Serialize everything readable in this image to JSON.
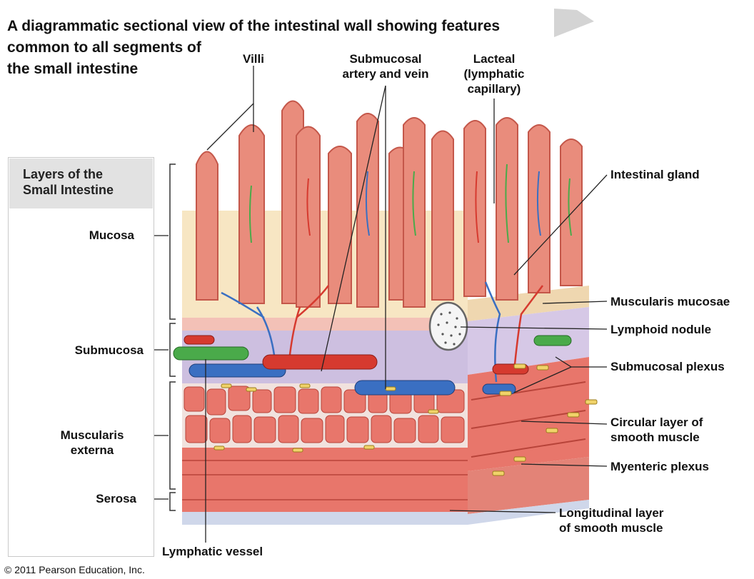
{
  "title": {
    "line1": "A diagrammatic sectional view of the intestinal wall showing features",
    "line2": "common to all segments of",
    "line3": "the small intestine"
  },
  "panel": {
    "heading_line1": "Layers of the",
    "heading_line2": "Small Intestine"
  },
  "layers": {
    "mucosa": "Mucosa",
    "submucosa": "Submucosa",
    "muscularis_line1": "Muscularis",
    "muscularis_line2": "externa",
    "serosa": "Serosa"
  },
  "labels": {
    "villi": "Villi",
    "submucosal_av_line1": "Submucosal",
    "submucosal_av_line2": "artery and vein",
    "lacteal_line1": "Lacteal",
    "lacteal_line2": "(lymphatic",
    "lacteal_line3": "capillary)",
    "intestinal_gland": "Intestinal gland",
    "muscularis_mucosae": "Muscularis mucosae",
    "lymphoid_nodule": "Lymphoid nodule",
    "submucosal_plexus": "Submucosal plexus",
    "circular_line1": "Circular layer of",
    "circular_line2": "smooth muscle",
    "myenteric_plexus": "Myenteric plexus",
    "longitudinal_line1": "Longitudinal layer",
    "longitudinal_line2": "of smooth muscle",
    "lymphatic_vessel": "Lymphatic vessel"
  },
  "copyright": "© 2011 Pearson Education, Inc.",
  "colors": {
    "villus": "#e98c7c",
    "villus_dark": "#c4574a",
    "lamina": "#f7e6c3",
    "submucosa": "#cdbfe0",
    "muscle": "#e8766b",
    "muscle_light": "#f4a79c",
    "artery": "#d63a2f",
    "vein": "#3a6fc2",
    "lymph": "#4aaa4a",
    "nerve": "#f1d36a"
  }
}
